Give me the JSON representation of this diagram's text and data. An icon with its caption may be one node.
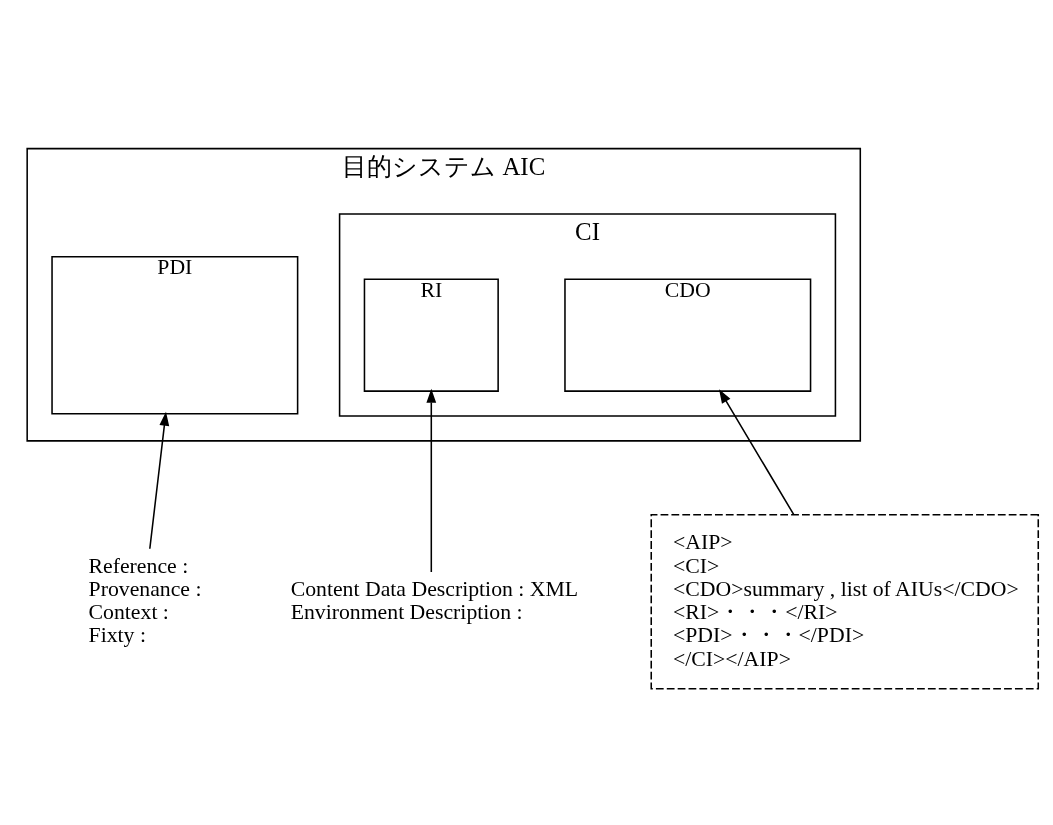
{
  "diagram": {
    "nodes": [
      {
        "text": [
          "目的システム AIC"
        ]
      },
      {
        "text": [
          "CI"
        ],
        "in": 0
      },
      {
        "text": [
          "CDO"
        ],
        "in": 1
      },
      {
        "text": [
          "RI"
        ],
        "in": 1
      },
      {
        "text": [
          "PDI"
        ],
        "in": 0
      },
      {
        "text": [
          "Content Data Description : XML",
          "Environment Description :"
        ]
      },
      {
        "text": [
          "Reference :",
          "Provenance :",
          "Context :",
          "Fixty :"
        ]
      },
      {
        "text": [
          "<AIP>",
          "<CI>",
          "<CDO>summary , list of AIUs</CDO>",
          "<RI>・・・</RI>",
          "<PDI>・・・</PDI>",
          "</CI></AIP>"
        ]
      }
    ],
    "edges": [
      {
        "from": 7,
        "to": 2,
        "arrow": "to"
      },
      {
        "from": 5,
        "to": 3,
        "arrow": "to"
      },
      {
        "from": 6,
        "to": 4,
        "arrow": "to"
      }
    ]
  }
}
